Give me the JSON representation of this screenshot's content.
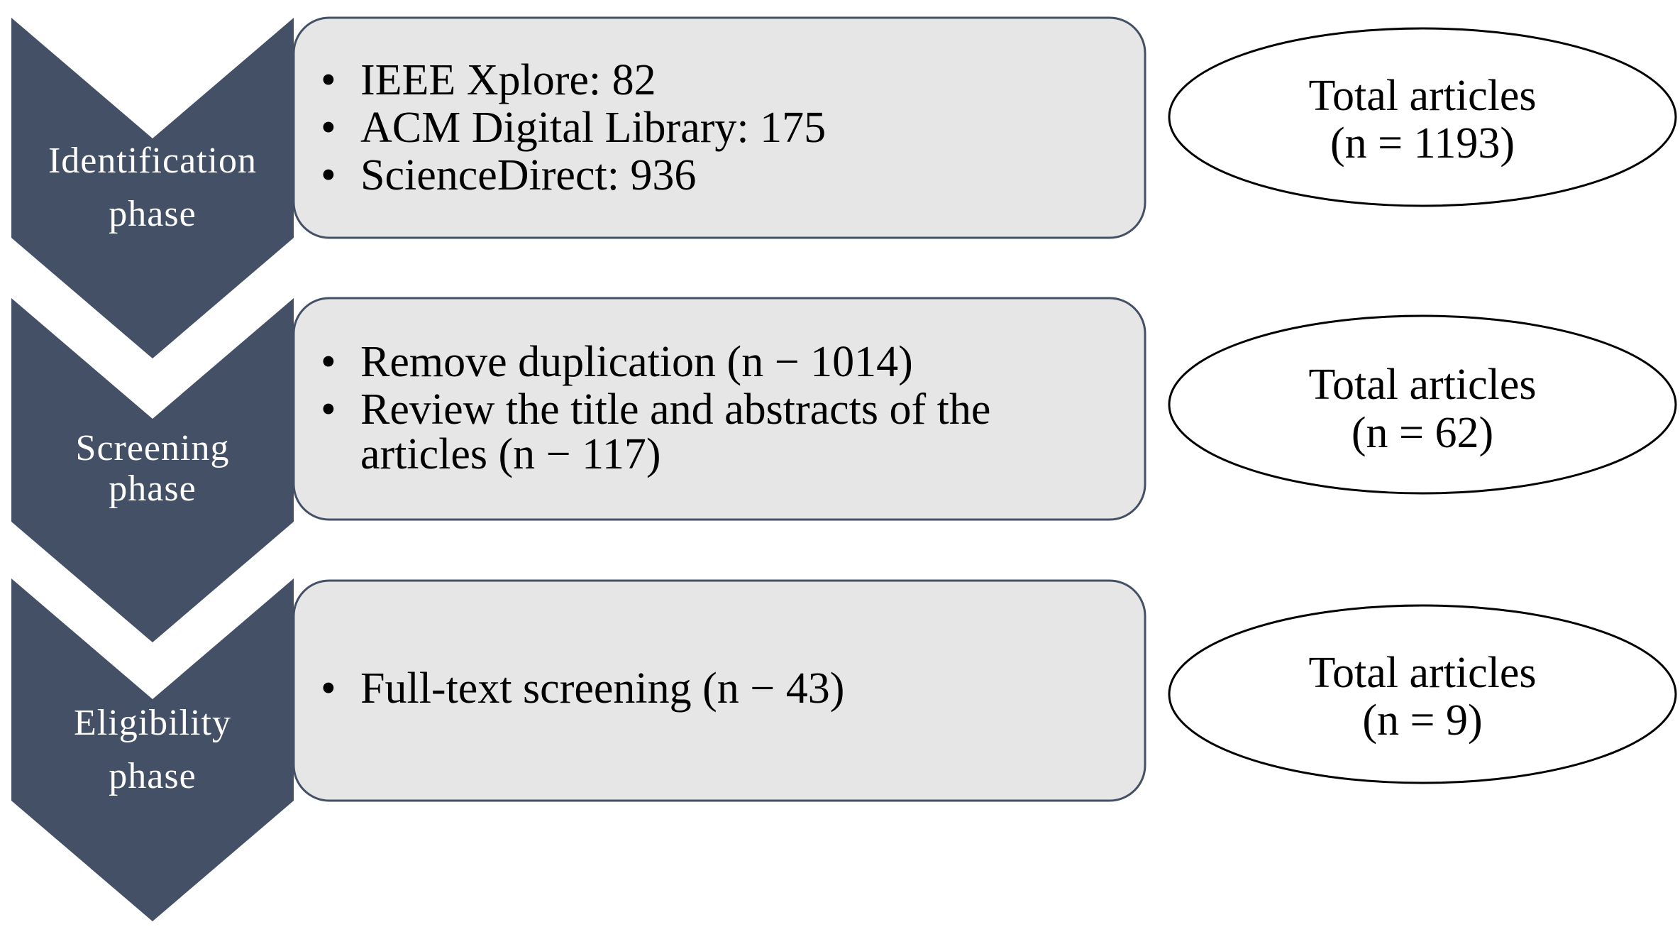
{
  "phases": [
    {
      "label_line1": "Identification",
      "label_line2": "phase",
      "items": [
        {
          "bullet": "•",
          "lines": [
            "IEEE Xplore: 82"
          ]
        },
        {
          "bullet": "•",
          "lines": [
            "ACM Digital Library: 175"
          ]
        },
        {
          "bullet": "•",
          "lines": [
            "ScienceDirect: 936"
          ]
        }
      ],
      "total_line1": "Total articles",
      "total_line2": "(n = 1193)"
    },
    {
      "label_line1": "Screening",
      "label_line2": "phase",
      "items": [
        {
          "bullet": "•",
          "lines": [
            "Remove duplication (n − 1014)"
          ]
        },
        {
          "bullet": "•",
          "lines": [
            "Review the title and abstracts of the",
            "articles (n − 117)"
          ]
        }
      ],
      "total_line1": "Total articles",
      "total_line2": "(n = 62)"
    },
    {
      "label_line1": "Eligibility",
      "label_line2": "phase",
      "items": [
        {
          "bullet": "•",
          "lines": [
            "Full-text screening (n − 43)"
          ]
        }
      ],
      "total_line1": "Total articles",
      "total_line2": "(n = 9)"
    }
  ],
  "colors": {
    "chevron": "#445066",
    "box_fill": "#e6e6e6",
    "box_stroke": "#445066"
  }
}
